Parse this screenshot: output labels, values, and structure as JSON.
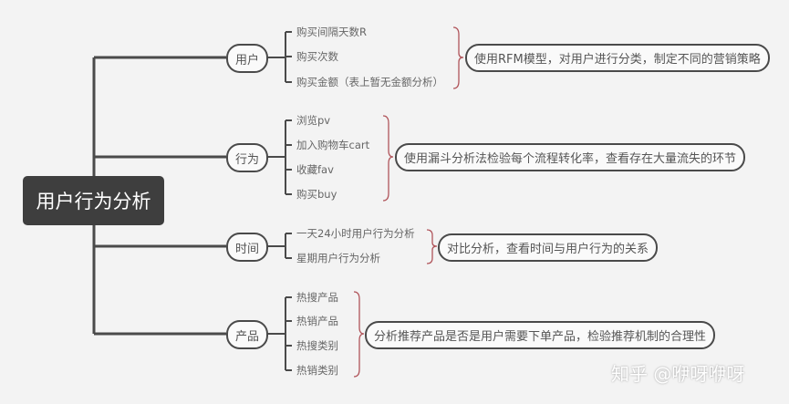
{
  "root": "用户行为分析",
  "branches": [
    {
      "label": "用户",
      "items": [
        "购买间隔天数R",
        "购买次数",
        "购买金额（表上暂无金额分析）"
      ],
      "summary": "使用RFM模型，对用户进行分类，制定不同的营销策略"
    },
    {
      "label": "行为",
      "items": [
        "浏览pv",
        "加入购物车cart",
        "收藏fav",
        "购买buy"
      ],
      "summary": "使用漏斗分析法检验每个流程转化率，查看存在大量流失的环节"
    },
    {
      "label": "时间",
      "items": [
        "一天24小时用户行为分析",
        "星期用户行为分析"
      ],
      "summary": "对比分析，查看时间与用户行为的关系"
    },
    {
      "label": "产品",
      "items": [
        "热搜产品",
        "热销产品",
        "热搜类别",
        "热销类别"
      ],
      "summary": "分析推荐产品是否是用户需要下单产品，检验推荐机制的合理性"
    }
  ],
  "watermark": "知乎 @咿呀咿呀",
  "colors": {
    "line": "#4a4a4a",
    "brace": "#b0545a",
    "root_bg": "#3e3e3e"
  }
}
